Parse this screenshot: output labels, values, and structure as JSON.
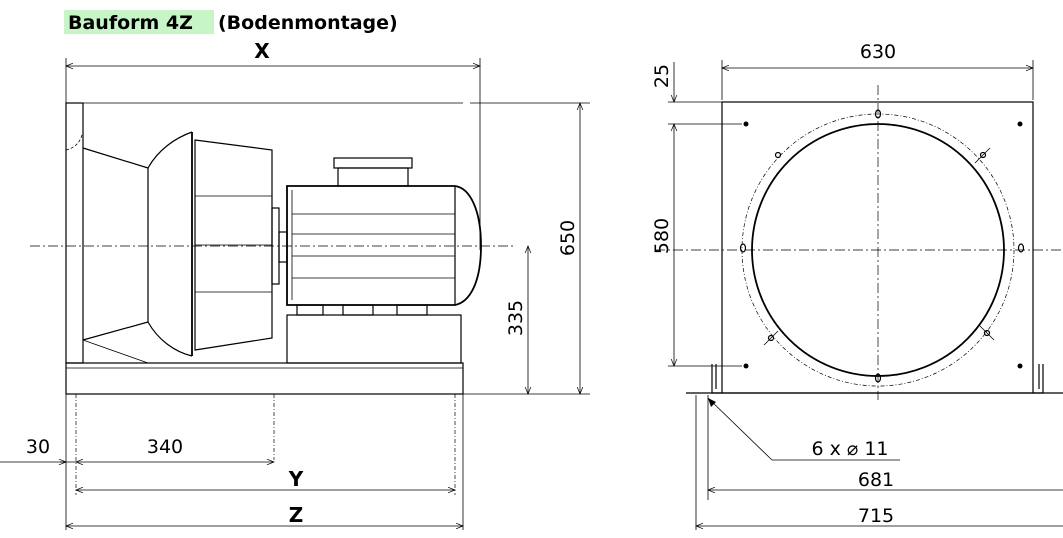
{
  "title": {
    "prefix": "Bauform 4Z",
    "suffix": "(Bodenmontage)",
    "highlight_color": "#c8f5c8"
  },
  "side_view": {
    "dim_x": "X",
    "dim_y": "Y",
    "dim_z": "Z",
    "dim_height": "650",
    "dim_axis_height": "335",
    "dim_offset": "30",
    "dim_inlet": "340"
  },
  "front_view": {
    "dim_width": "630",
    "dim_top": "25",
    "dim_hole_height": "580",
    "holes_note": "6 x ⌀ 11",
    "dim_base": "681",
    "dim_overall": "715"
  }
}
